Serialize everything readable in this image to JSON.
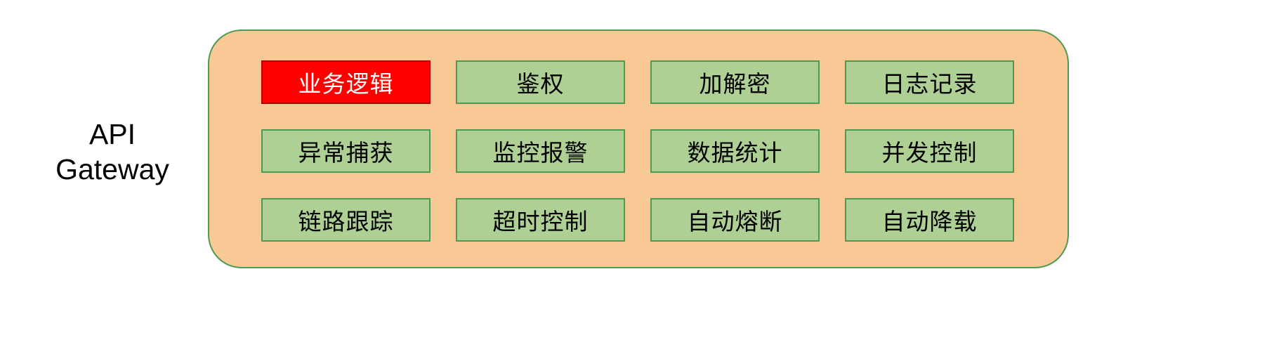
{
  "diagram": {
    "side_label": {
      "line1": "API",
      "line2": "Gateway"
    },
    "boxes": [
      {
        "label": "业务逻辑",
        "variant": "red"
      },
      {
        "label": "鉴权",
        "variant": "green"
      },
      {
        "label": "加解密",
        "variant": "green"
      },
      {
        "label": "日志记录",
        "variant": "green"
      },
      {
        "label": "异常捕获",
        "variant": "green"
      },
      {
        "label": "监控报警",
        "variant": "green"
      },
      {
        "label": "数据统计",
        "variant": "green"
      },
      {
        "label": "并发控制",
        "variant": "green"
      },
      {
        "label": "链路跟踪",
        "variant": "green"
      },
      {
        "label": "超时控制",
        "variant": "green"
      },
      {
        "label": "自动熔断",
        "variant": "green"
      },
      {
        "label": "自动降载",
        "variant": "green"
      }
    ],
    "colors": {
      "panel_fill": "#F9C995",
      "panel_border": "#4E9A51",
      "box_fill": "#AED095",
      "box_border": "#4E9A51",
      "red_fill": "#FF0000",
      "red_border": "#B00000",
      "red_text": "#FFFFFF"
    }
  }
}
